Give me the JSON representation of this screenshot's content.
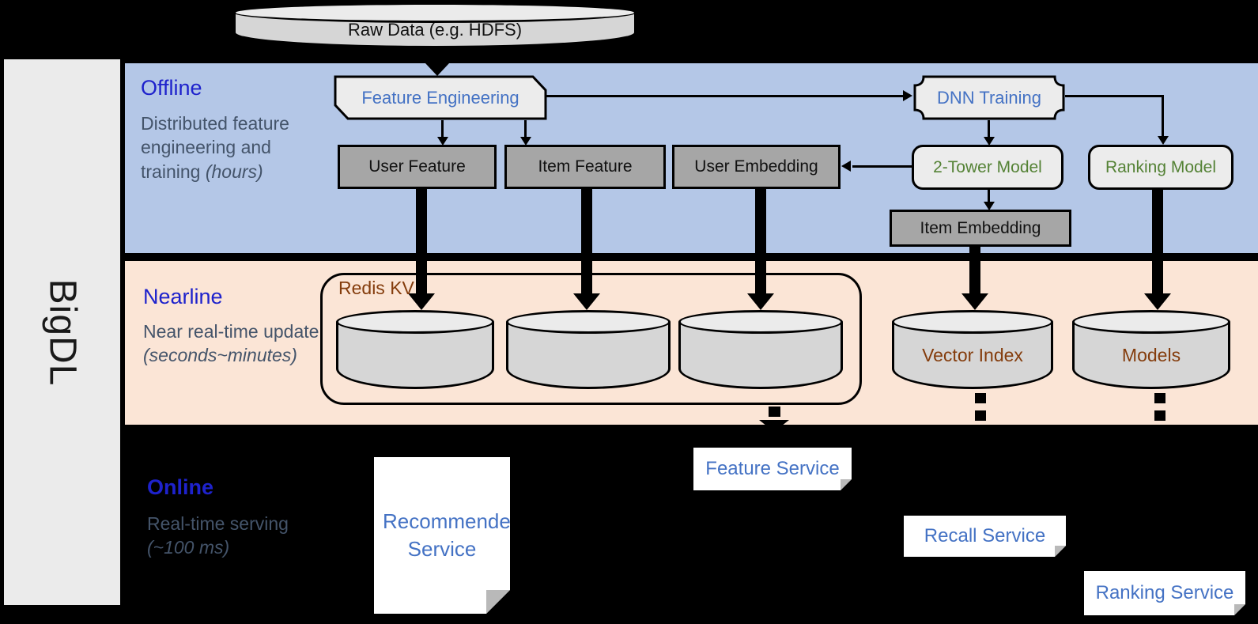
{
  "colors": {
    "band_blue": "#b4c7e7",
    "band_peach": "#fbe5d6",
    "gray_box": "#a6a6a6",
    "light_box": "#ececec",
    "heading_blue": "#1e22cc",
    "slate": "#44546a",
    "service_blue": "#4472c4",
    "model_green": "#548235",
    "store_brown": "#843c0c",
    "background": "#000000"
  },
  "sidebar": {
    "brand": "BigDL"
  },
  "pipeline": {
    "raw_data": "Raw Data (e.g. HDFS)",
    "offline": {
      "title": "Offline",
      "description": "Distributed feature engineering and training",
      "description_italic": "(hours)",
      "nodes": {
        "feature_engineering": "Feature Engineering",
        "user_feature": "User Feature",
        "item_feature": "Item Feature",
        "user_embedding": "User Embedding",
        "dnn_training": "DNN Training",
        "two_tower_model": "2-Tower Model",
        "ranking_model": "Ranking Model",
        "item_embedding": "Item Embedding"
      }
    },
    "nearline": {
      "title": "Nearline",
      "description": "Near real-time update",
      "description_italic": "(seconds~minutes)",
      "redis_label": "Redis KV",
      "stores": {
        "vector_index": "Vector Index",
        "models": "Models"
      }
    },
    "online": {
      "title": "Online",
      "description": "Real-time serving",
      "description_italic": "(~100 ms)",
      "services": {
        "recommender": "Recommender Service",
        "feature": "Feature Service",
        "recall": "Recall Service",
        "ranking": "Ranking Service"
      }
    }
  }
}
